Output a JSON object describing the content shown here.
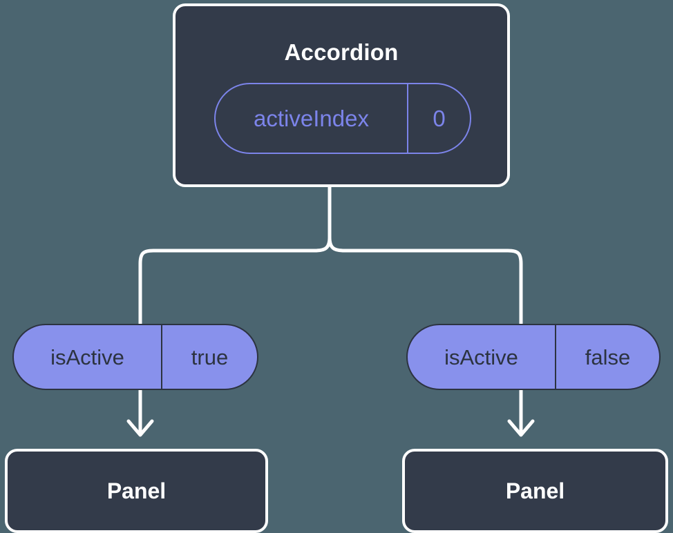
{
  "diagram": {
    "type": "component-state-tree",
    "background_color": "#4b6570",
    "node_fill_color": "#333b4a",
    "node_border_color": "#ffffff",
    "pill_fill_color": "#8891ec",
    "pill_accent_color": "#7c84ea",
    "pill_text_color": "#2c3340",
    "connector_color": "#ffffff"
  },
  "root": {
    "title": "Accordion",
    "state": {
      "key": "activeIndex",
      "value": "0"
    }
  },
  "branches": [
    {
      "prop": {
        "key": "isActive",
        "value": "true"
      },
      "child": {
        "title": "Panel"
      }
    },
    {
      "prop": {
        "key": "isActive",
        "value": "false"
      },
      "child": {
        "title": "Panel"
      }
    }
  ]
}
